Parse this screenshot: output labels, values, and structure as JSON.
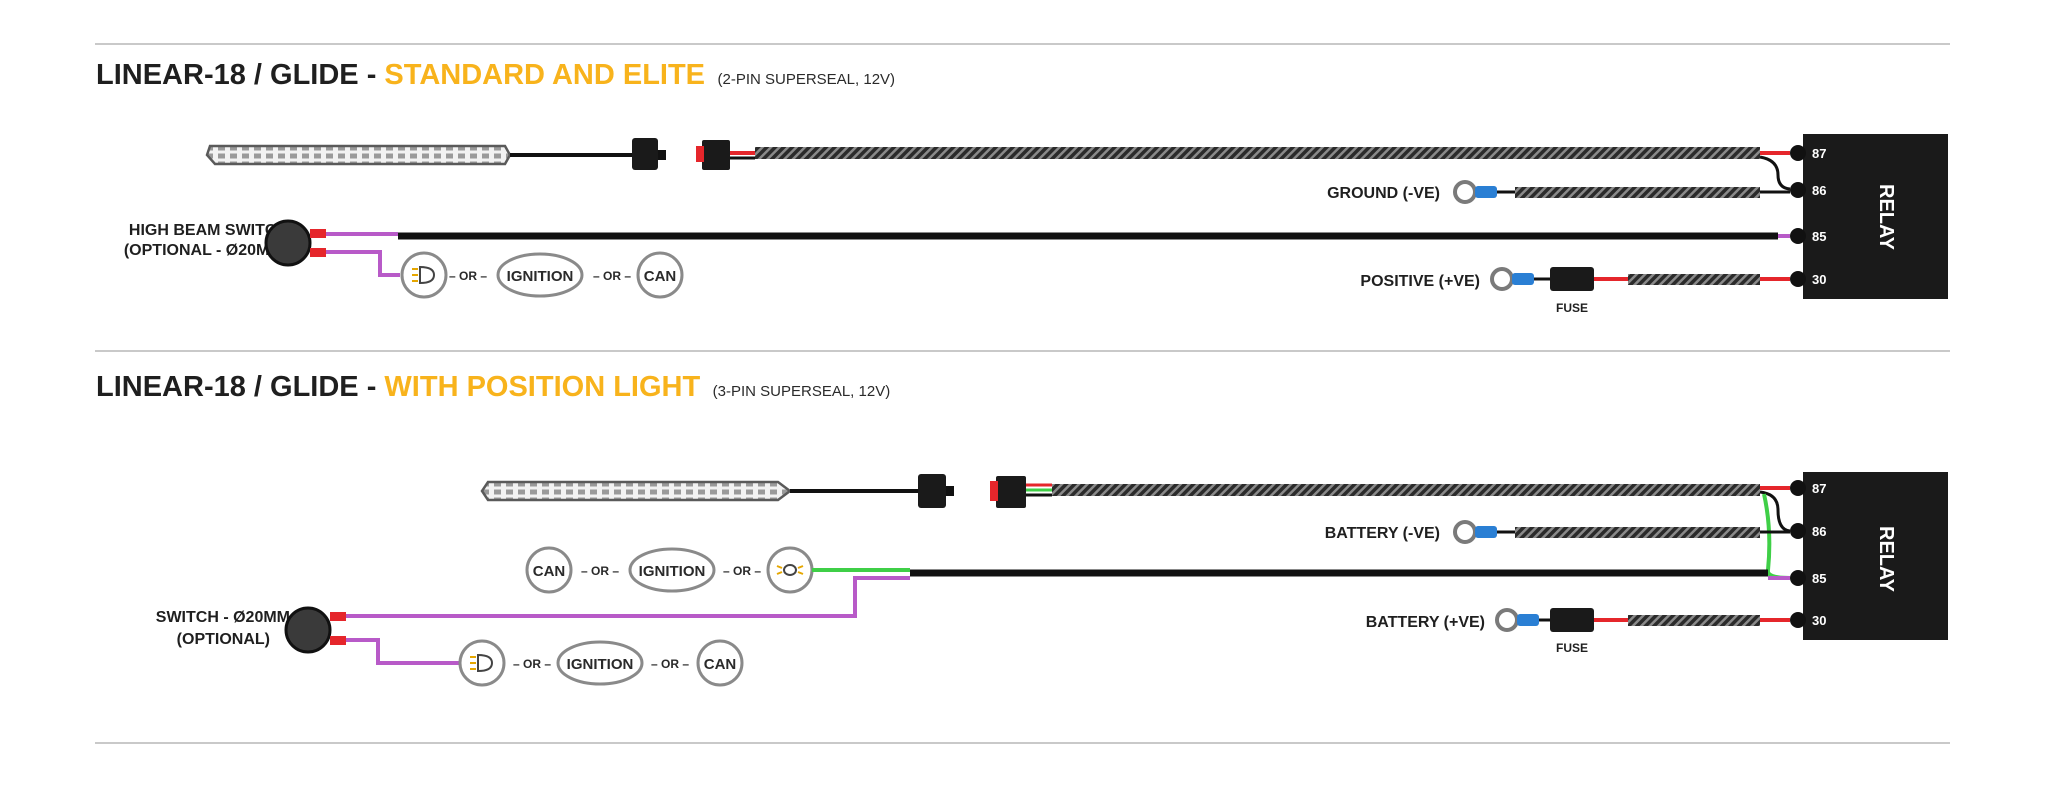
{
  "sections": [
    {
      "title_prefix": "LINEAR-18 / GLIDE - ",
      "title_highlight": "STANDARD AND ELITE",
      "title_suffix": "(2-PIN SUPERSEAL, 12V)",
      "switch_label_1": "HIGH BEAM SWITCH",
      "switch_label_2": "(OPTIONAL - Ø20MM)",
      "ground_label": "GROUND (-VE)",
      "positive_label": "POSITIVE (+VE)",
      "fuse_label": "FUSE",
      "relay_label": "RELAY",
      "relay_pins": [
        "87",
        "86",
        "85",
        "30"
      ],
      "options": [
        "headlight-icon",
        "IGNITION",
        "CAN"
      ],
      "or_label": "– OR –"
    },
    {
      "title_prefix": "LINEAR-18 / GLIDE - ",
      "title_highlight": "WITH POSITION LIGHT",
      "title_suffix": "(3-PIN SUPERSEAL, 12V)",
      "switch_label_1": "SWITCH - Ø20MM",
      "switch_label_2": "(OPTIONAL)",
      "ground_label": "BATTERY (-VE)",
      "positive_label": "BATTERY (+VE)",
      "fuse_label": "FUSE",
      "relay_label": "RELAY",
      "relay_pins": [
        "87",
        "86",
        "85",
        "30"
      ],
      "options_top": [
        "CAN",
        "IGNITION",
        "position-light-icon"
      ],
      "options_bottom": [
        "headlight-icon",
        "IGNITION",
        "CAN"
      ],
      "or_label": "– OR –"
    }
  ],
  "colors": {
    "highlight": "#f8b31c",
    "wire_black": "#111111",
    "wire_red": "#e5262b",
    "wire_purple": "#b85ac8",
    "wire_green": "#3fcf47",
    "terminal_blue": "#2a7fd4",
    "divider": "#c9c9c9"
  }
}
